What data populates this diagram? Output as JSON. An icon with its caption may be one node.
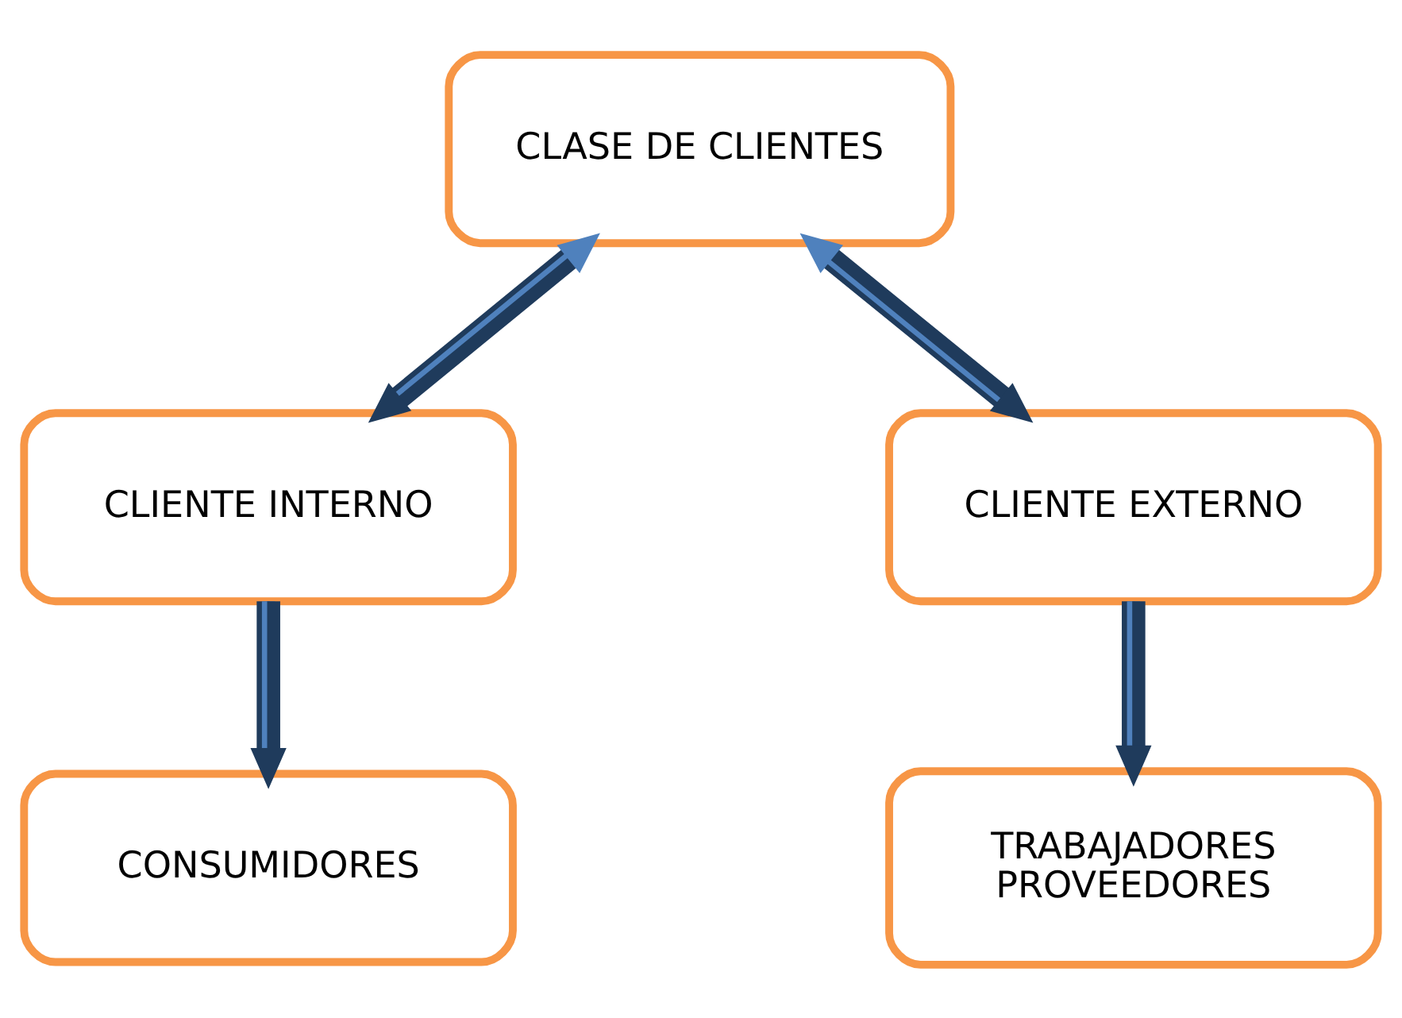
{
  "diagram": {
    "nodes": [
      {
        "text": [
          "CLASE DE CLIENTES"
        ]
      },
      {
        "text": [
          "CLIENTE INTERNO"
        ]
      },
      {
        "text": [
          "CLIENTE EXTERNO"
        ]
      },
      {
        "text": [
          "CONSUMIDORES"
        ]
      },
      {
        "text": [
          "TRABAJADORES",
          "PROVEEDORES"
        ]
      }
    ],
    "edges": [
      {
        "from": 0,
        "to": 1,
        "arrow": "both"
      },
      {
        "from": 0,
        "to": 2,
        "arrow": "both"
      },
      {
        "from": 1,
        "to": 3,
        "arrow": "to"
      },
      {
        "from": 2,
        "to": 4,
        "arrow": "to"
      }
    ]
  }
}
